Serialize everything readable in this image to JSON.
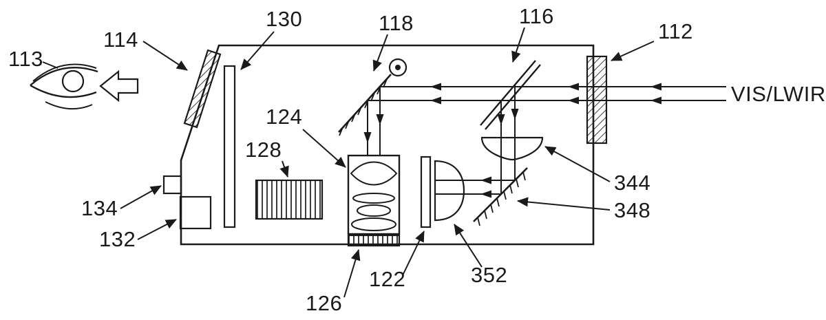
{
  "page": {
    "background": "#ffffff",
    "ink": "#1a1a1a",
    "kind": "patent-style optical schematic figure"
  },
  "labels": {
    "n113": "113",
    "n114": "114",
    "n130": "130",
    "n118": "118",
    "n116": "116",
    "n112": "112",
    "ray": "VIS/LWIR",
    "n124": "124",
    "n128": "128",
    "n344": "344",
    "n348": "348",
    "n134": "134",
    "n132": "132",
    "n122": "122",
    "n352": "352",
    "n126": "126"
  }
}
